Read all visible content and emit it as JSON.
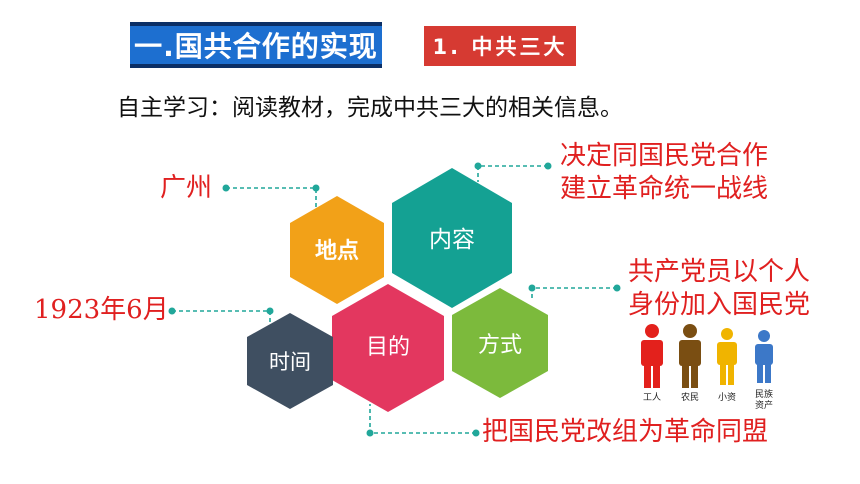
{
  "header": {
    "title": "一.国共合作的实现",
    "tag": "1. 中共三大"
  },
  "intro": "自主学习：阅读教材，完成中共三大的相关信息。",
  "hexagons": {
    "location": "地点",
    "content": "内容",
    "method": "方式",
    "purpose": "目的",
    "time": "时间"
  },
  "answers": {
    "location": "广州",
    "time": "1923年6月",
    "content_line1": "决定同国民党合作",
    "content_line2": "建立革命统一战线",
    "method_line1": "共产党员以个人",
    "method_line2": "身份加入国民党",
    "purpose": "把国民党改组为革命同盟"
  },
  "figures": {
    "worker": "工人",
    "peasant": "农民",
    "petty": "小资",
    "national_line1": "民族",
    "national_line2": "资产"
  },
  "colors": {
    "title_bg": "#1d6fd0",
    "tag_bg": "#d63a32",
    "answer_red": "#e02020",
    "hex_location": "#f2a118",
    "hex_content": "#14a193",
    "hex_method": "#7cba3c",
    "hex_purpose": "#e3375f",
    "hex_time": "#3f4f61",
    "connector": "#21a79a"
  }
}
